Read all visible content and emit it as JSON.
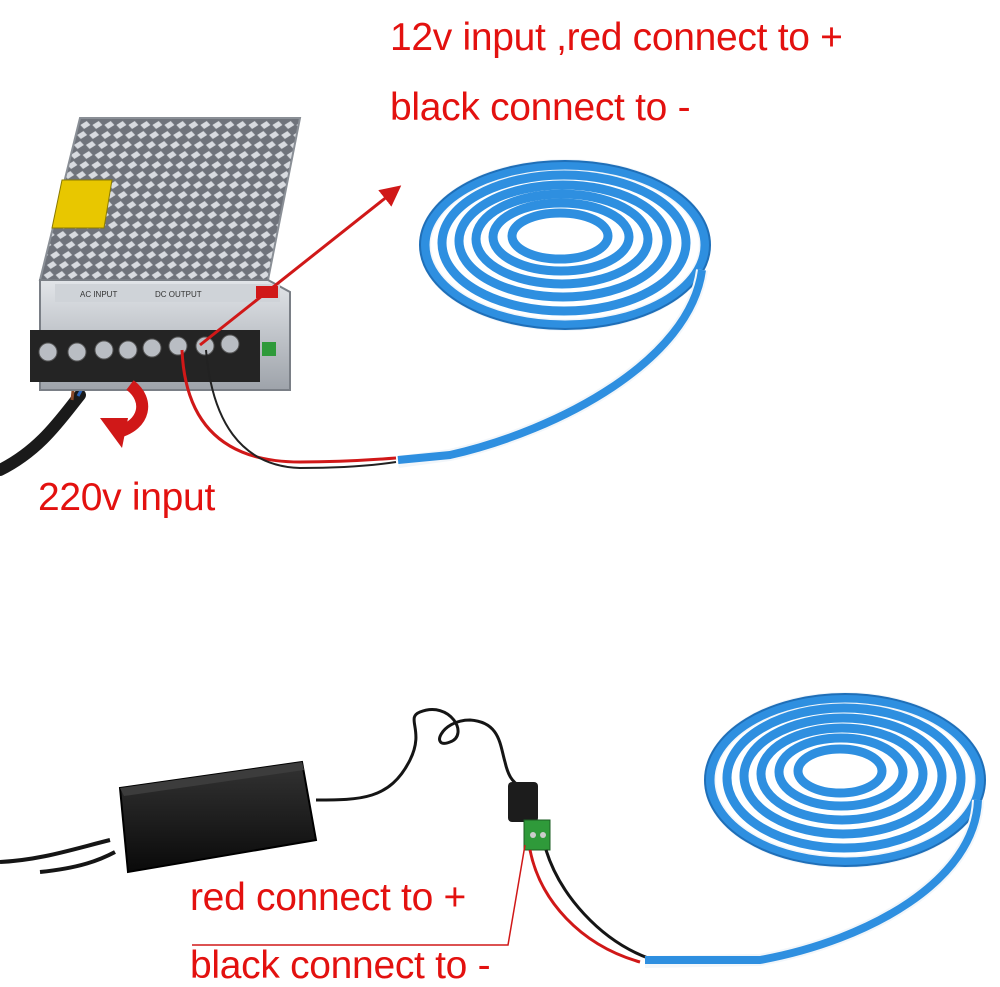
{
  "captions": {
    "top_line1": "12v input ,red connect to +",
    "top_line2": "black connect to -",
    "mains_label": "220v input",
    "bottom_line1": "red connect to +",
    "bottom_line2": "black connect to -"
  },
  "psu_labels": {
    "ac_input": "AC INPUT",
    "dc_output": "DC OUTPUT"
  },
  "colors": {
    "caption_red": "#e3110f",
    "strip_blue": "#2e8fe0",
    "strip_white": "#f2f6fa",
    "wire_red": "#d01818",
    "adapter_black": "#151515",
    "connector_green": "#2f9a3a"
  },
  "icons": [
    "power-supply-unit",
    "led-strip-coil",
    "power-adapter",
    "dc-connector",
    "arrow"
  ]
}
